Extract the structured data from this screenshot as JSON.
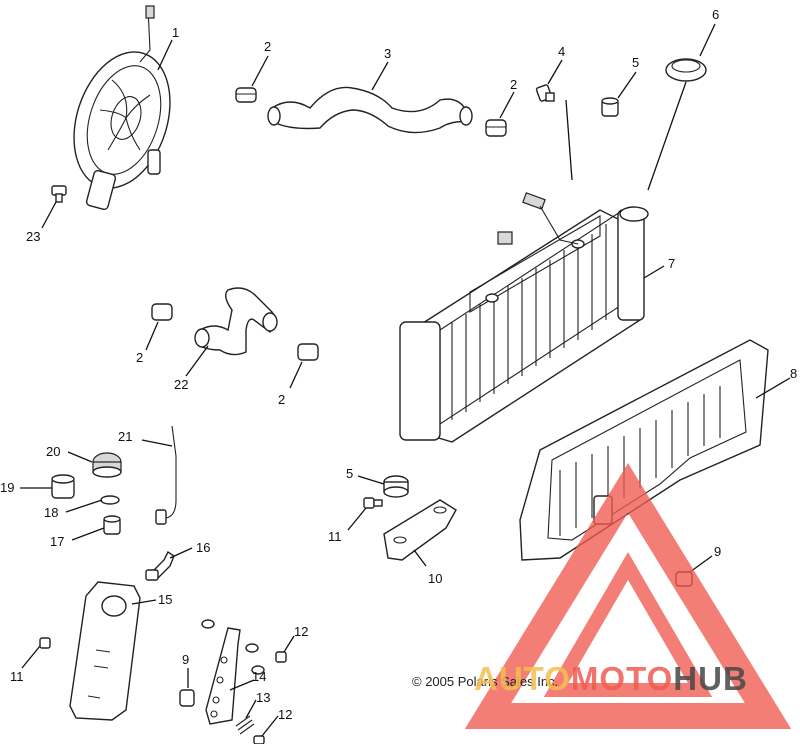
{
  "callouts": [
    {
      "id": "c1",
      "text": "1"
    },
    {
      "id": "c2a",
      "text": "2"
    },
    {
      "id": "c3",
      "text": "3"
    },
    {
      "id": "c4",
      "text": "4"
    },
    {
      "id": "c2b",
      "text": "2"
    },
    {
      "id": "c5a",
      "text": "5"
    },
    {
      "id": "c6",
      "text": "6"
    },
    {
      "id": "c7",
      "text": "7"
    },
    {
      "id": "c8",
      "text": "8"
    },
    {
      "id": "c23",
      "text": "23"
    },
    {
      "id": "c2c",
      "text": "2"
    },
    {
      "id": "c22",
      "text": "22"
    },
    {
      "id": "c2d",
      "text": "2"
    },
    {
      "id": "c21",
      "text": "21"
    },
    {
      "id": "c20",
      "text": "20"
    },
    {
      "id": "c19",
      "text": "19"
    },
    {
      "id": "c18",
      "text": "18"
    },
    {
      "id": "c17",
      "text": "17"
    },
    {
      "id": "c16",
      "text": "16"
    },
    {
      "id": "c15",
      "text": "15"
    },
    {
      "id": "c5b",
      "text": "5"
    },
    {
      "id": "c11a",
      "text": "11"
    },
    {
      "id": "c10",
      "text": "10"
    },
    {
      "id": "c9a",
      "text": "9"
    },
    {
      "id": "c11b",
      "text": "11"
    },
    {
      "id": "c9b",
      "text": "9"
    },
    {
      "id": "c12a",
      "text": "12"
    },
    {
      "id": "c14",
      "text": "14"
    },
    {
      "id": "c13",
      "text": "13"
    },
    {
      "id": "c12b",
      "text": "12"
    }
  ],
  "copyright": "© 2005 Polaris Sales Inc.",
  "watermark": {
    "part1": "AUTO",
    "part2": "MOTO",
    "part3": "HUB"
  },
  "colors": {
    "watermark_red": "#f05a50",
    "watermark_yellow": "#f5be50",
    "watermark_gray": "#464646"
  }
}
